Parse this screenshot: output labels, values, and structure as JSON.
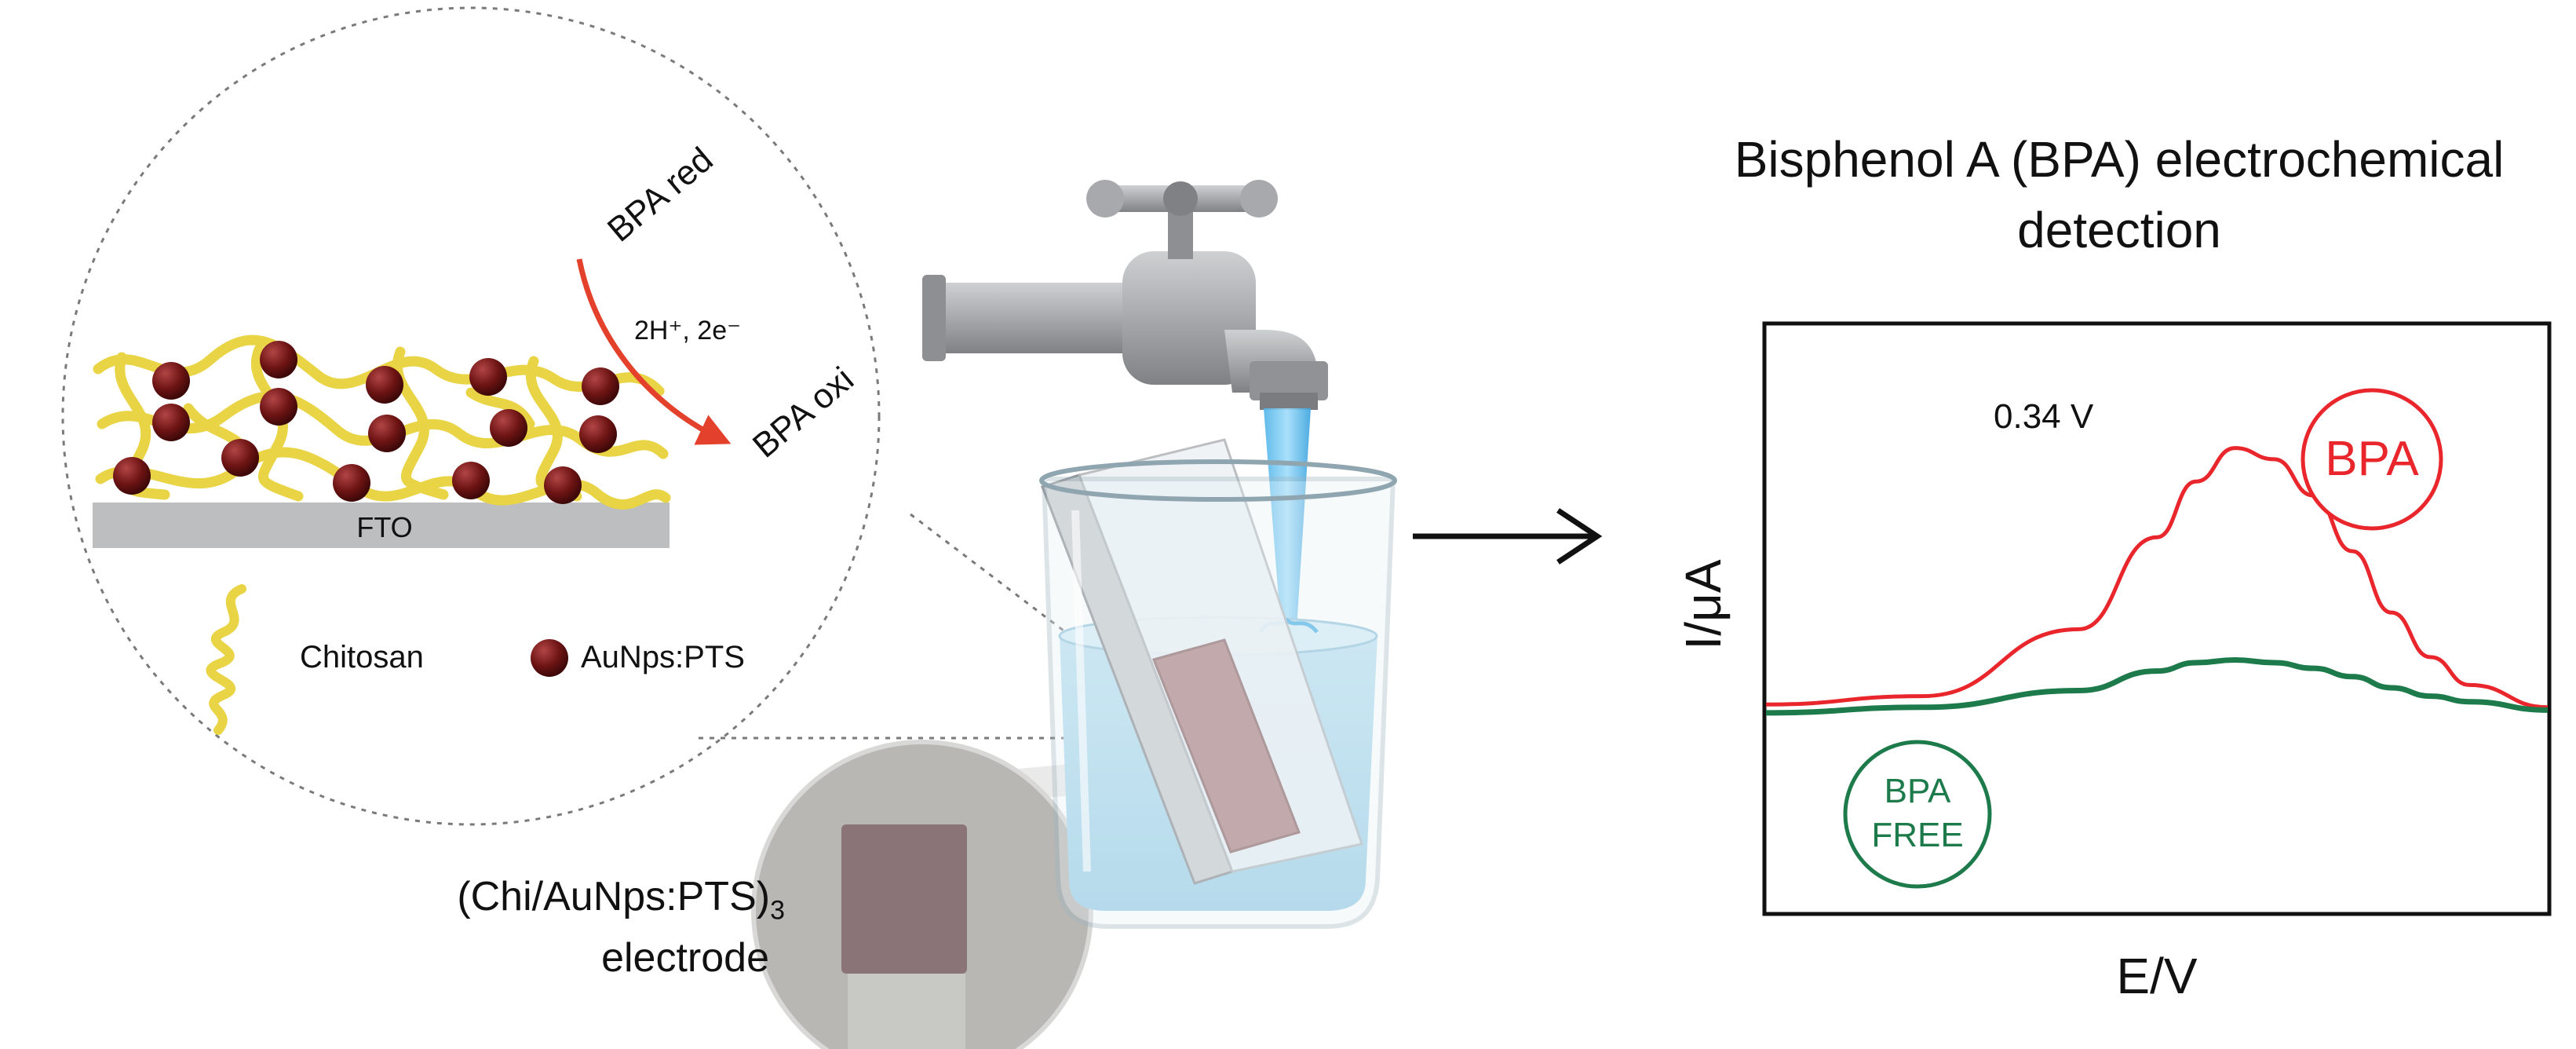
{
  "inset": {
    "substrate_label": "FTO",
    "reaction": {
      "reactant": "BPA red",
      "conditions": "2H⁺, 2e⁻",
      "product": "BPA oxi"
    },
    "legend": {
      "chitosan": "Chitosan",
      "nanoparticles": "AuNps:PTS"
    }
  },
  "electrode_label": {
    "main": "(Chi/AuNps:PTS)",
    "subscript": "3",
    "second_line": "electrode"
  },
  "plot": {
    "title_line1": "Bisphenol A (BPA) electrochemical",
    "title_line2": "detection",
    "xlabel": "E/V",
    "ylabel": "I/μA",
    "peak_label": "0.34 V",
    "badge_bpa": "BPA",
    "badge_free_line1": "BPA",
    "badge_free_line2": "FREE"
  },
  "colors": {
    "bpa_curve": "#e8262b",
    "free_curve": "#1d7a4a",
    "chitosan": "#e8d445",
    "nanoparticle": "#6e1414",
    "arrow": "#e4412c",
    "water": "#cfe9f5"
  },
  "chart_data": {
    "type": "line",
    "title": "Bisphenol A (BPA) electrochemical detection",
    "xlabel": "E/V",
    "ylabel": "I/μA",
    "x": [
      0,
      0.2,
      0.4,
      0.5,
      0.55,
      0.6,
      0.65,
      0.7,
      0.75,
      0.8,
      0.85,
      0.9,
      1.0
    ],
    "series": [
      {
        "name": "BPA",
        "values": [
          0.05,
          0.08,
          0.32,
          0.65,
          0.85,
          0.97,
          0.93,
          0.8,
          0.6,
          0.38,
          0.22,
          0.12,
          0.04
        ]
      },
      {
        "name": "BPA FREE",
        "values": [
          0.02,
          0.04,
          0.1,
          0.17,
          0.2,
          0.21,
          0.2,
          0.18,
          0.15,
          0.11,
          0.08,
          0.06,
          0.03
        ]
      }
    ],
    "annotations": [
      "0.34 V"
    ]
  }
}
